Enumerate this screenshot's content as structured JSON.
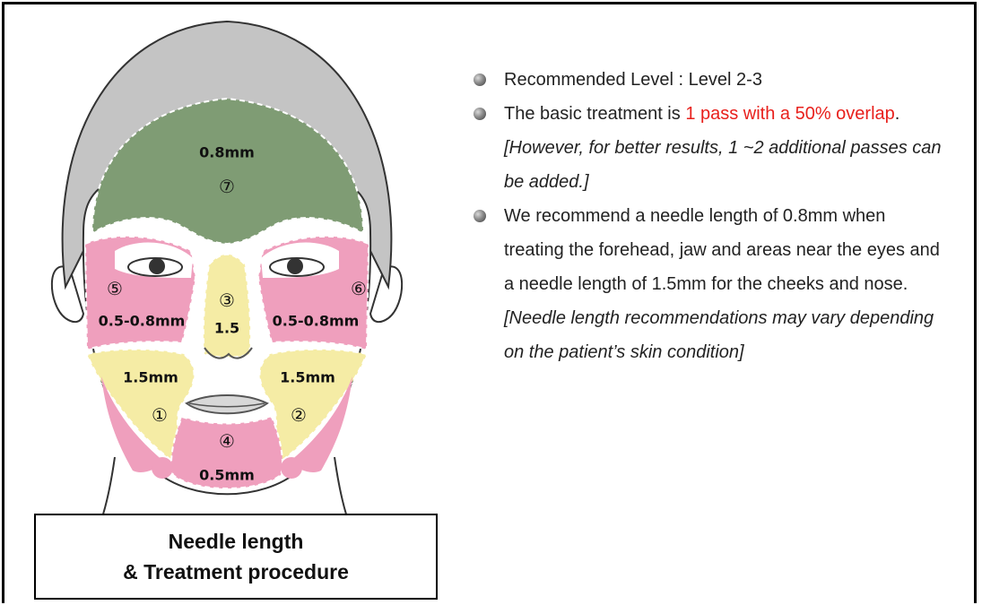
{
  "figure": {
    "zones": {
      "z7": {
        "num": "⑦",
        "label": "0.8mm"
      },
      "z5": {
        "num": "⑤",
        "label": "0.5-0.8mm"
      },
      "z6": {
        "num": "⑥",
        "label": "0.5-0.8mm"
      },
      "z3": {
        "num": "③",
        "label": "1.5"
      },
      "z1": {
        "num": "①",
        "label": "1.5mm"
      },
      "z2": {
        "num": "②",
        "label": "1.5mm"
      },
      "z4": {
        "num": "④",
        "label": "0.5mm"
      }
    },
    "caption_line1": "Needle length",
    "caption_line2": "& Treatment procedure",
    "colors": {
      "green": "#7f9c74",
      "pink": "#ef9fbd",
      "yellow": "#f5eca5",
      "hair": "#c4c4c4"
    }
  },
  "bullets": {
    "b1": "Recommended Level : Level 2-3",
    "b2_prefix": "The basic treatment is ",
    "b2_red": "1 pass with a 50% overlap",
    "b2_mid": ".  ",
    "b2_italic": "[However, for better results, 1 ~2 additional passes can be added.]",
    "b3_text": "We recommend a needle length of 0.8mm when treating the forehead, jaw and areas near the eyes and a needle length of 1.5mm for the cheeks and nose. ",
    "b3_italic": "[Needle length recommendations may vary depending on the patient’s skin condition]"
  }
}
